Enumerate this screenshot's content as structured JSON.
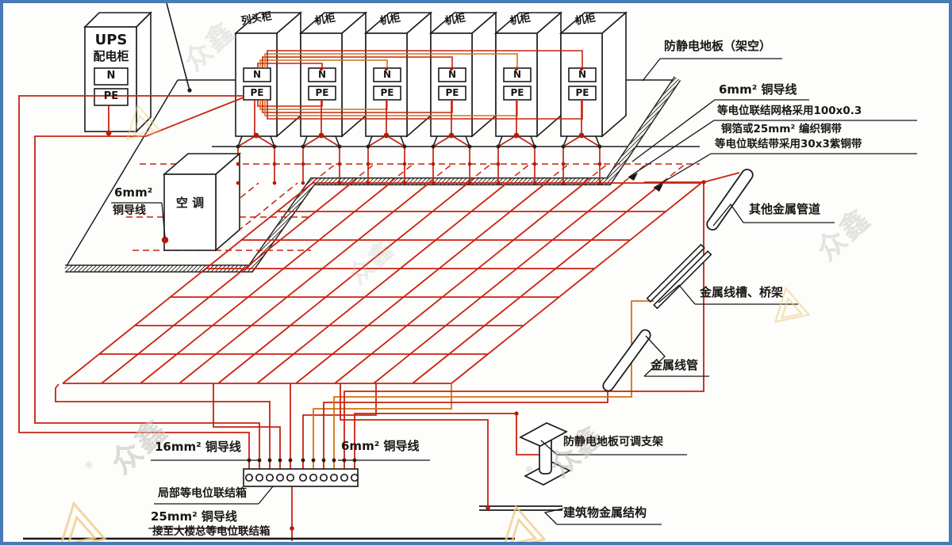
{
  "diagram": {
    "ups": {
      "line1": "UPS",
      "line2": "配电柜",
      "n": "N",
      "pe": "PE"
    },
    "cabinets": {
      "head_label": "列头柜",
      "unit_label": "机柜",
      "n": "N",
      "pe": "PE"
    },
    "ac_unit": {
      "label": "空 调"
    },
    "labels": {
      "wire6_left_1": "6mm²",
      "wire6_left_2": "铜导线",
      "floor": "防静电地板（架空）",
      "wire6_right": "6mm² 铜导线",
      "grid_note_1": "等电位联结网格采用100x0.3",
      "grid_note_2": "铜箔或25mm² 编织铜带",
      "strip_note": "等电位联结带采用30x3紫铜带",
      "other_metal_pipes": "其他金属管道",
      "cable_tray": "金属线槽、桥架",
      "metal_conduit": "金属线管",
      "floor_pedestal": "防静电地板可调支架",
      "building_structure": "建筑物金属结构",
      "wire16_bottom": "16mm² 铜导线",
      "wire6_bottom": "6mm² 铜导线",
      "local_bonding_box": "局部等电位联结箱",
      "wire25_bottom": "25mm² 铜导线",
      "to_main_bonding_box": "接至大楼总等电位联结箱"
    },
    "watermark": {
      "text": "众鑫",
      "reg": "®"
    },
    "colors": {
      "wire_red": "#c62310",
      "wire_orange": "#d2720f",
      "grid_red": "#cc2010",
      "line_black": "#1c1c1c",
      "border_blue": "#4a7ab5",
      "watermark_gray": "#c5c3c0",
      "watermark_yellow": "#f0cd8a"
    }
  }
}
